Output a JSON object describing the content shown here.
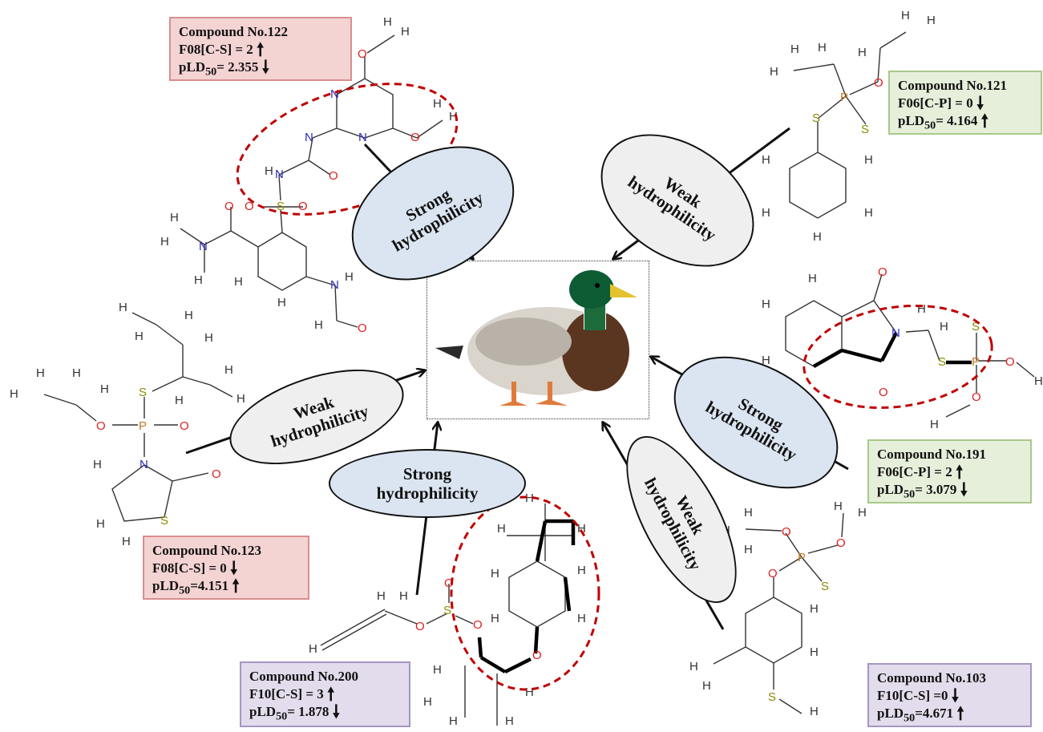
{
  "labels": {
    "strong": [
      "Strong",
      "hydrophilicity"
    ],
    "weak": [
      "Weak",
      "hydrophilicity"
    ]
  },
  "compounds": [
    {
      "id": "c122",
      "title": "Compound  No.122",
      "feature": "F08[C-S]  = 2",
      "pld_prefix": "pLD",
      "pld_sub": "50",
      "pld_value": "= 2.355",
      "trend": "up-down"
    },
    {
      "id": "c121",
      "title": "Compound  No.121",
      "feature": "F06[C-P]  = 0",
      "pld_prefix": "pLD",
      "pld_sub": "50",
      "pld_value": "= 4.164",
      "trend": "down-up"
    },
    {
      "id": "c191",
      "title": "Compound  No.191",
      "feature": "F06[C-P]  = 2",
      "pld_prefix": "pLD",
      "pld_sub": "50",
      "pld_value": "= 3.079",
      "trend": "up-down"
    },
    {
      "id": "c123",
      "title": "Compound  No.123",
      "feature": "F08[C-S]  = 0",
      "pld_prefix": "pLD",
      "pld_sub": "50",
      "pld_value": "=4.151",
      "trend": "down-up"
    },
    {
      "id": "c200",
      "title": "Compound  No.200",
      "feature": "F10[C-S]  = 3",
      "pld_prefix": "pLD",
      "pld_sub": "50",
      "pld_value": "= 1.878",
      "trend": "up-down"
    },
    {
      "id": "c103",
      "title": "Compound  No.103",
      "feature": "F10[C-S]  =0",
      "pld_prefix": "pLD",
      "pld_sub": "50",
      "pld_value": "=4.671",
      "trend": "down-up"
    }
  ],
  "atoms": {
    "H": "H",
    "N": "N",
    "O": "O",
    "S": "S",
    "P": "P"
  },
  "colors": {
    "strong_fill": "#dbe5f1",
    "weak_fill": "#efefef",
    "highlight": "#c00000",
    "pink_box": "#f4d3d3",
    "green_box": "#e6efda",
    "purple_box": "#e3dcec",
    "nitrogen": "#2b2bb8",
    "oxygen": "#e02020",
    "sulfur": "#8a8a00",
    "phosphorus": "#c8781e"
  },
  "icons": [
    "duck-image",
    "arrow-up-icon",
    "arrow-down-icon"
  ]
}
